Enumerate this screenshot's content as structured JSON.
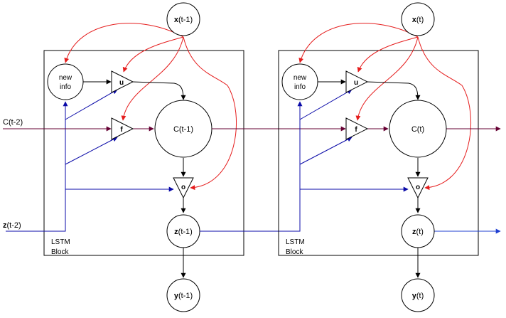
{
  "colors": {
    "black": "#000000",
    "red": "#e51c1c",
    "blue": "#0a0aa8",
    "maroon": "#660033",
    "blue_link": "#1f3fd1"
  },
  "blocks": [
    {
      "block_label_1": "LSTM",
      "block_label_2": "Block",
      "new_info_1": "new",
      "new_info_2": "info",
      "gate_u": "u",
      "gate_f": "f",
      "gate_o": "o",
      "x": {
        "bold": "x",
        "sub": "(t-1)"
      },
      "c": "C(t-1)",
      "z": {
        "bold": "z",
        "sub": "(t-1)"
      },
      "y": {
        "bold": "y",
        "sub": "(t-1)"
      }
    },
    {
      "block_label_1": "LSTM",
      "block_label_2": "Block",
      "new_info_1": "new",
      "new_info_2": "info",
      "gate_u": "u",
      "gate_f": "f",
      "gate_o": "o",
      "x": {
        "bold": "x",
        "sub": "(t)"
      },
      "c": "C(t)",
      "z": {
        "bold": "z",
        "sub": "(t)"
      },
      "y": {
        "bold": "y",
        "sub": "(t)"
      }
    }
  ],
  "inputs": {
    "c_prev": "C(t-2)",
    "z_prev": {
      "bold": "z",
      "sub": "(t-2)"
    }
  }
}
